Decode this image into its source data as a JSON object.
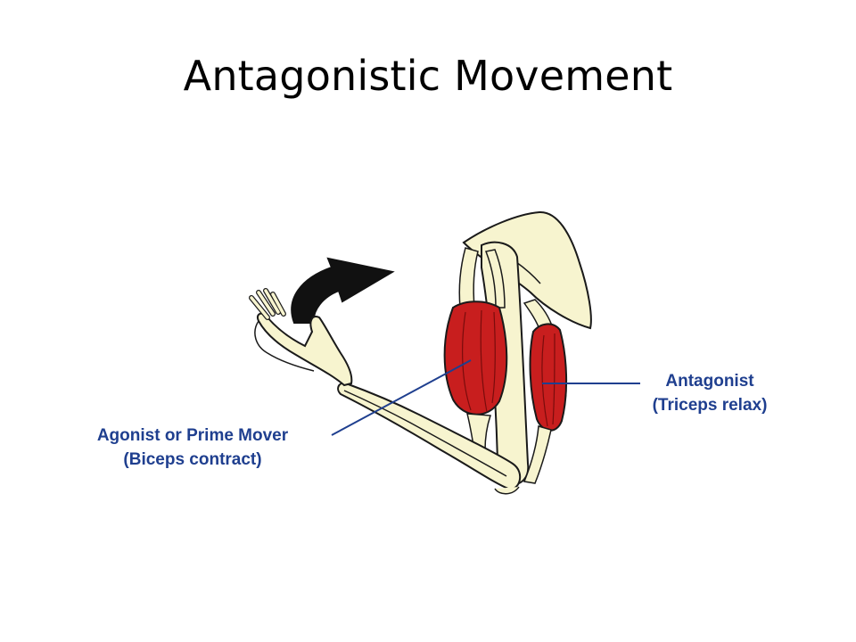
{
  "title": "Antagonistic Movement",
  "labels": {
    "agonist_line1": "Agonist or Prime Mover",
    "agonist_line2": "(Biceps contract)",
    "antagonist_line1": "Antagonist",
    "antagonist_line2": "(Triceps relax)"
  },
  "colors": {
    "bone": "#f7f4cf",
    "outline": "#1a1a1a",
    "muscle": "#c81e1e",
    "label_text": "#1f3f8f",
    "arrow": "#111111"
  }
}
